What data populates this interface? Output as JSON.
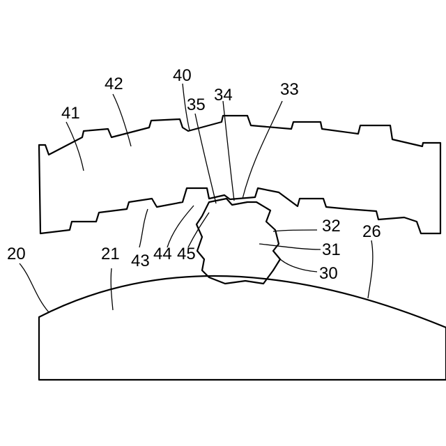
{
  "colors": {
    "line": "#000000",
    "background": "#ffffff"
  },
  "labels": {
    "l20": "20",
    "l21": "21",
    "l26": "26",
    "l30": "30",
    "l31": "31",
    "l32": "32",
    "l33": "33",
    "l34": "34",
    "l35": "35",
    "l40": "40",
    "l41": "41",
    "l42": "42",
    "l43": "43",
    "l44": "44",
    "l45": "45"
  }
}
